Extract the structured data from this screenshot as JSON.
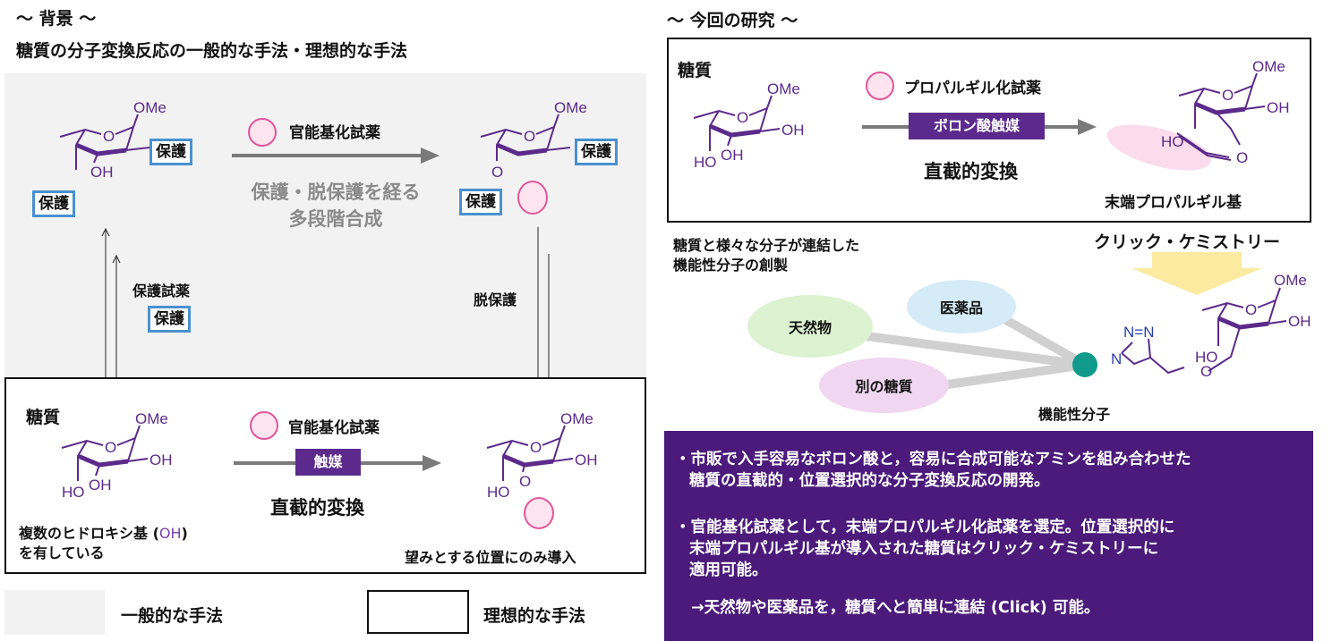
{
  "left": {
    "heading": "〜 背景 〜",
    "subtitle": "糖質の分子変換反応の一般的な手法・理想的な手法",
    "general": {
      "reagent": "官能基化試薬",
      "arrow_text_line1": "保護・脱保護を経る",
      "arrow_text_line2": "多段階合成",
      "protect_tag": "保護",
      "protect_reagent": "保護試薬",
      "deprotect": "脱保護",
      "mol": {
        "ome": "OMe",
        "oh": "OH",
        "o": "O"
      }
    },
    "ideal": {
      "sugar_label": "糖質",
      "reagent": "官能基化試薬",
      "catalyst": "触媒",
      "direct": "直截的変換",
      "note_line1": "複数のヒドロキシ基 (",
      "note_oh": "OH",
      "note_line1_end": ")",
      "note_line2": "を有している",
      "result": "望みとする位置にのみ導入",
      "mol": {
        "ome": "OMe",
        "oh": "OH",
        "ho": "HO",
        "o": "O"
      }
    },
    "legend": {
      "general": "一般的な手法",
      "ideal": "理想的な手法"
    }
  },
  "right": {
    "heading": "〜 今回の研究 〜",
    "sugar_label": "糖質",
    "reagent": "プロパルギル化試薬",
    "catalyst": "ボロン酸触媒",
    "direct": "直截的変換",
    "product_label": "末端プロパルギル基",
    "click": "クリック・ケミストリー",
    "desc_line1": "糖質と様々な分子が連結した",
    "desc_line2": "機能性分子の創製",
    "natural": "天然物",
    "medicine": "医薬品",
    "other_sugar": "別の糖質",
    "functional": "機能性分子",
    "triazole": {
      "n1": "N",
      "n2": "N=N"
    },
    "mol": {
      "ome": "OMe",
      "oh": "OH",
      "ho": "HO",
      "o": "O"
    },
    "bullets": [
      {
        "l1": "・市販で入手容易なボロン酸と，容易に合成可能なアミンを組み合わせた",
        "l2": "糖質の直截的・位置選択的な分子変換反応の開発。"
      },
      {
        "l1": "・官能基化試薬として，末端プロパルギル化試薬を選定。位置選択的に",
        "l2": "末端プロパルギル基が導入された糖質はクリック・ケミストリーに",
        "l3": "適用可能。"
      }
    ],
    "conclusion": "→天然物や医薬品を，糖質へと簡単に連結 (Click) 可能。"
  },
  "colors": {
    "purple": "#4b1a7a",
    "gray_box": "#f2f2f2",
    "tag_blue": "#4a90d0",
    "pink": "#e0559b",
    "teal": "#0f9a8c"
  }
}
